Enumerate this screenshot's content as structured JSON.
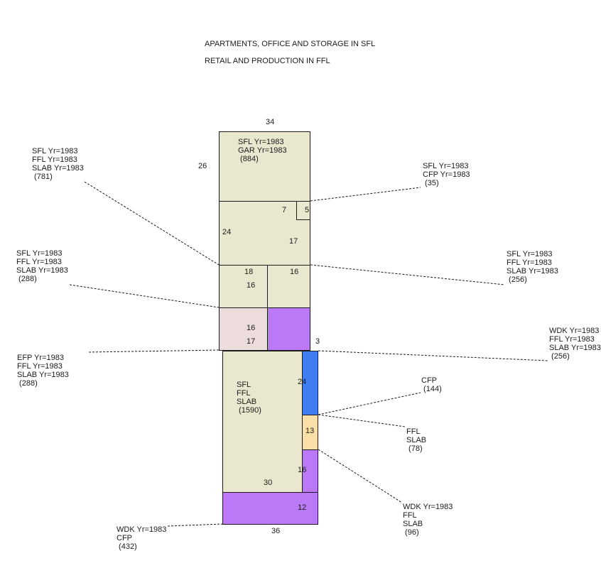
{
  "notes": [
    "APARTMENTS, OFFICE AND STORAGE IN SFL",
    "RETAIL AND PRODUCTION IN FFL"
  ],
  "colors": {
    "beige": "#e9e8cf",
    "pink": "#ecdcdc",
    "purple": "#bb79f7",
    "blue": "#3e7df2",
    "peach": "#fbdfa9",
    "outline": "#1a1a1a"
  },
  "inside_labels": {
    "top_block": "SFL Yr=1983\nGAR Yr=1983\n (884)",
    "main_block": "SFL\nFFL\nSLAB\n (1590)"
  },
  "dimensions": {
    "top_width": "34",
    "top_height": "26",
    "d7": "7",
    "d5": "5",
    "d24a": "24",
    "d17a": "17",
    "d18": "18",
    "d16a": "16",
    "d16b": "16",
    "d16c": "16",
    "d17b": "17",
    "d3": "3",
    "d24b": "24",
    "d13": "13",
    "d16d": "16",
    "d30": "30",
    "d12": "12",
    "bottom_width": "36"
  },
  "callouts": [
    {
      "id": "sfl-ffl-slab-781",
      "text": "SFL Yr=1983\nFFL Yr=1983\nSLAB Yr=1983\n (781)"
    },
    {
      "id": "sfl-ffl-slab-288",
      "text": "SFL Yr=1983\nFFL Yr=1983\nSLAB Yr=1983\n (288)"
    },
    {
      "id": "efp-ffl-slab-288",
      "text": "EFP Yr=1983\nFFL Yr=1983\nSLAB Yr=1983\n (288)"
    },
    {
      "id": "sfl-cfp-35",
      "text": "SFL Yr=1983\nCFP Yr=1983\n (35)"
    },
    {
      "id": "sfl-ffl-slab-256",
      "text": "SFL Yr=1983\nFFL Yr=1983\nSLAB Yr=1983\n (256)"
    },
    {
      "id": "wdk-ffl-slab-256",
      "text": "WDK Yr=1983\nFFL Yr=1983\nSLAB Yr=1983\n (256)"
    },
    {
      "id": "cfp-144",
      "text": "CFP\n (144)"
    },
    {
      "id": "ffl-slab-78",
      "text": "FFL\nSLAB\n (78)"
    },
    {
      "id": "wdk-ffl-slab-96",
      "text": "WDK Yr=1983\nFFL\nSLAB\n (96)"
    },
    {
      "id": "wdk-cfp-432",
      "text": "WDK Yr=1983\nCFP\n (432)"
    }
  ]
}
